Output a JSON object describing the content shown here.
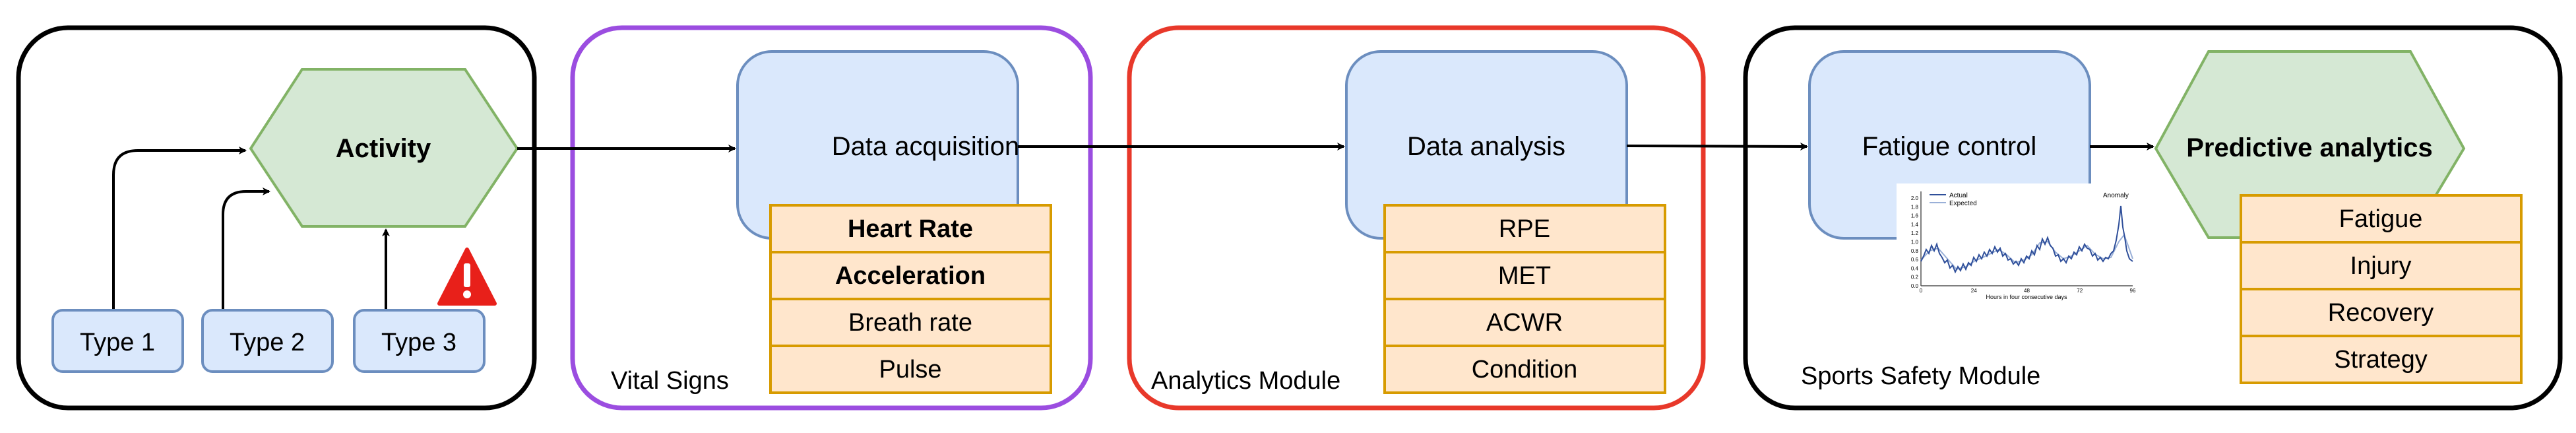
{
  "colors": {
    "panel1_border": "#000000",
    "panel2_border": "#9b4de0",
    "panel3_border": "#e8382a",
    "panel4_border": "#000000",
    "blue_fill": "#dae8fc",
    "blue_stroke": "#6c8ebf",
    "green_fill": "#d5e8d4",
    "green_stroke": "#82b366",
    "orange_fill": "#ffe6cc",
    "orange_stroke": "#d79b00",
    "warning_red": "#e8201a"
  },
  "panel1": {
    "activity_label": "Activity",
    "types": [
      "Type 1",
      "Type 2",
      "Type 3"
    ],
    "warning_icon": "exclamation-triangle-icon"
  },
  "panel2": {
    "caption": "Vital Signs",
    "box_label": "Data acquisition",
    "items": [
      "Heart Rate",
      "Acceleration",
      "Breath rate",
      "Pulse"
    ]
  },
  "panel3": {
    "caption": "Analytics Module",
    "box_label": "Data analysis",
    "items": [
      "RPE",
      "MET",
      "ACWR",
      "Condition"
    ]
  },
  "panel4": {
    "caption": "Sports Safety Module",
    "box_label": "Fatigue control",
    "hex_label": "Predictive analytics",
    "items": [
      "Fatigue",
      "Injury",
      "Recovery",
      "Strategy"
    ],
    "thumbnail": {
      "legend": [
        "Actual",
        "Expected"
      ],
      "annotation": "Anomaly",
      "xlabel": "Hours in four consecutive days",
      "x_ticks": [
        "0",
        "24",
        "48",
        "72",
        "96"
      ],
      "y_ticks": [
        "0.0",
        "0.2",
        "0.4",
        "0.6",
        "0.8",
        "1.0",
        "1.2",
        "1.4",
        "1.6",
        "1.8",
        "2.0"
      ]
    }
  }
}
